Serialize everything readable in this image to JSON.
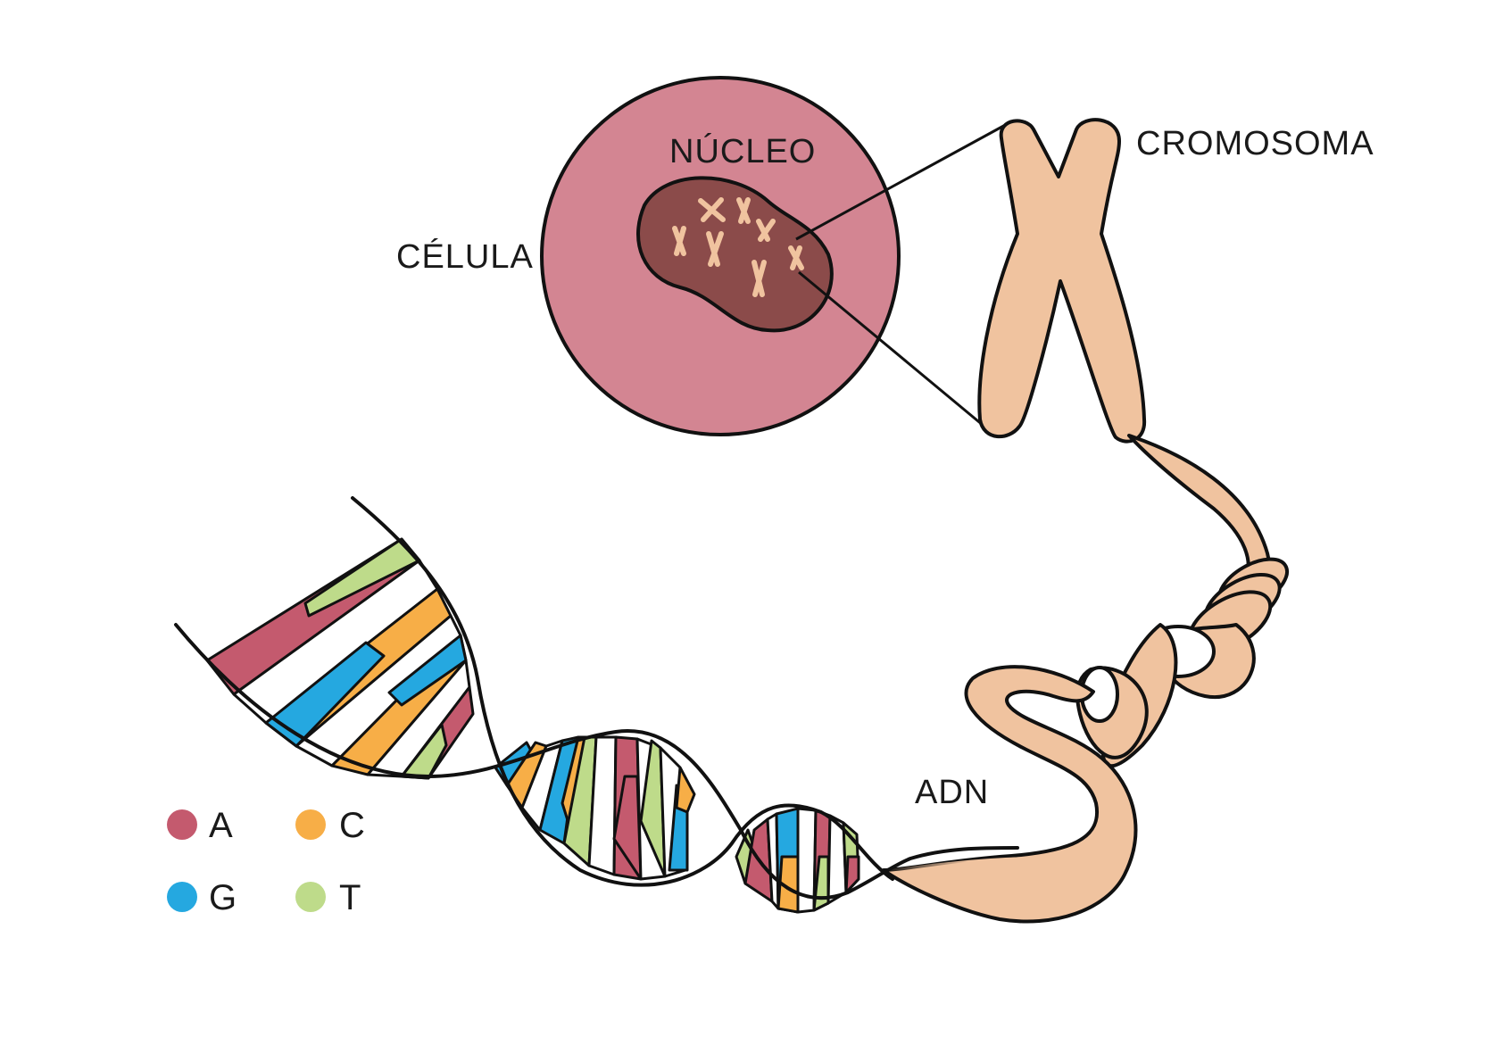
{
  "labels": {
    "cell": "CÉLULA",
    "nucleus": "NÚCLEO",
    "chromosome": "CROMOSOMA",
    "dna": "ADN"
  },
  "legend": [
    {
      "letter": "A",
      "color": "#c45a6e"
    },
    {
      "letter": "C",
      "color": "#f7ae47"
    },
    {
      "letter": "G",
      "color": "#25a8e0"
    },
    {
      "letter": "T",
      "color": "#bedb8a"
    }
  ],
  "colors": {
    "cell_fill": "#d38592",
    "nucleus_fill": "#8b4b4a",
    "chromosome_fill": "#f0c39f",
    "outline": "#111111"
  }
}
